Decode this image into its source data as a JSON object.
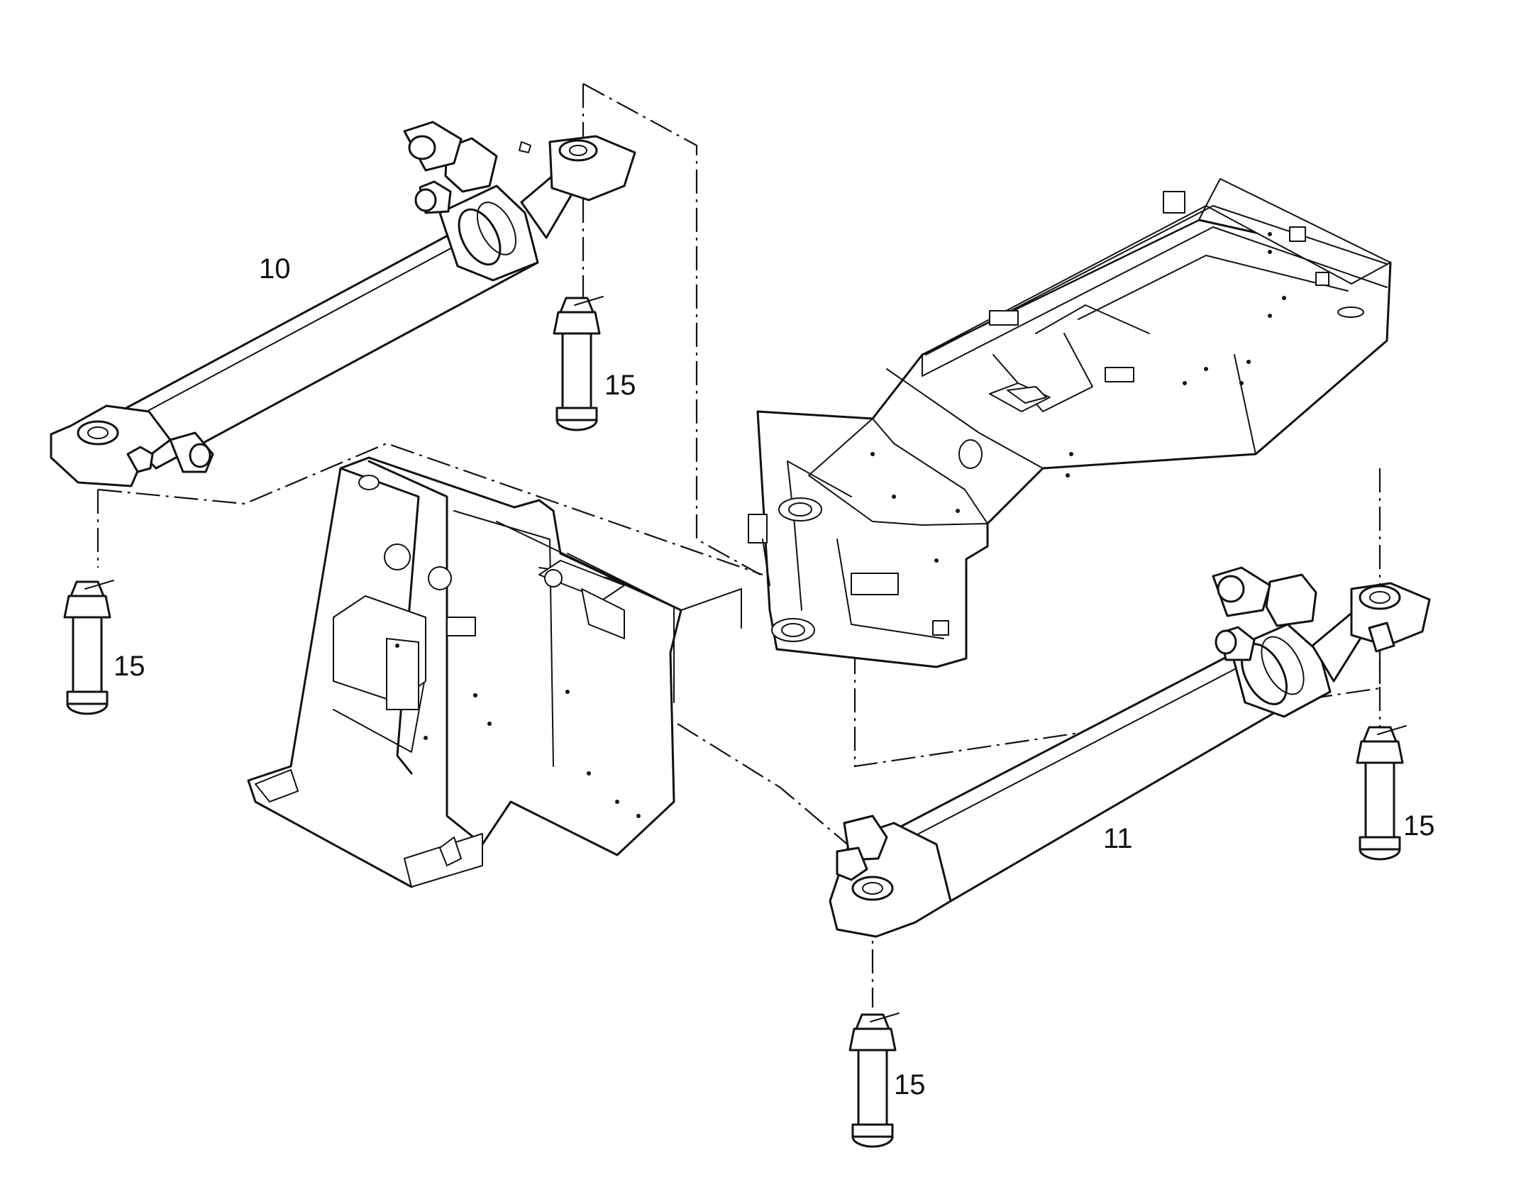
{
  "callouts": {
    "cylinder_upper": "10",
    "cylinder_lower": "11",
    "pin_upper_rod": "15",
    "pin_upper_base": "15",
    "pin_lower_rod": "15",
    "pin_lower_base": "15"
  }
}
